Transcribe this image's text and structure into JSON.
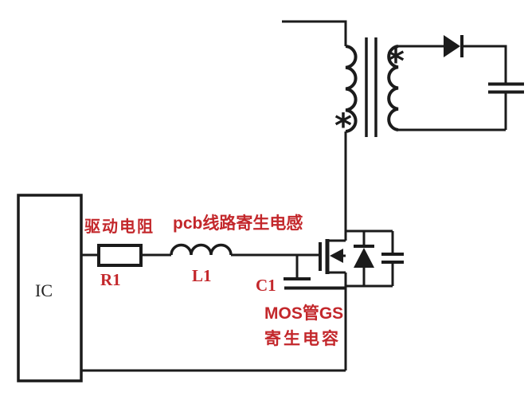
{
  "diagram": {
    "type": "flyback-converter-gate-drive-schematic",
    "colors": {
      "line_color": "#1b1b1b",
      "label_color": "#c3272b",
      "background_color": "#ffffff"
    },
    "labels": {
      "ic": "IC",
      "drive_resistor": "驱动电阻",
      "r1": "R1",
      "pcb_parasitic_inductance": "pcb线路寄生电感",
      "l1": "L1",
      "c1": "C1",
      "mos_gs_line1": "MOS管GS",
      "mos_gs_line2": "寄生电容",
      "primary_polarity_mark": "*",
      "secondary_polarity_mark": "*"
    }
  }
}
